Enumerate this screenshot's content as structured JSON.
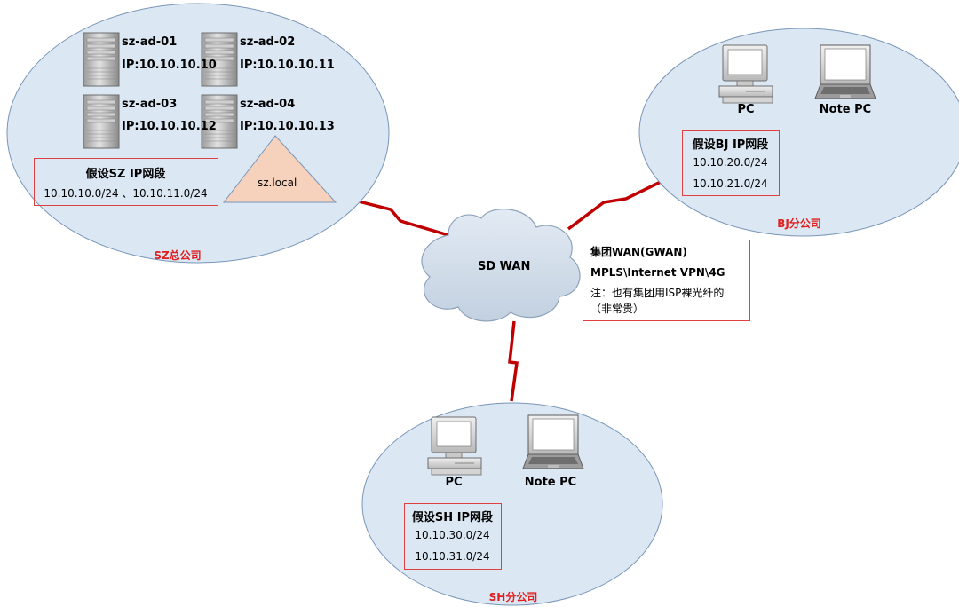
{
  "hq": {
    "site_label": "SZ总公司",
    "servers": [
      {
        "name": "sz-ad-01",
        "ip": "IP:10.10.10.10"
      },
      {
        "name": "sz-ad-02",
        "ip": "IP:10.10.10.11"
      },
      {
        "name": "sz-ad-03",
        "ip": "IP:10.10.10.12"
      },
      {
        "name": "sz-ad-04",
        "ip": "IP:10.10.10.13"
      }
    ],
    "domain": "sz.local",
    "ip_box": {
      "title": "假设SZ IP网段",
      "line": "10.10.10.0/24 、10.10.11.0/24"
    }
  },
  "bj": {
    "site_label": "BJ分公司",
    "devices": [
      "PC",
      "Note PC"
    ],
    "ip_box": {
      "title": "假设BJ IP网段",
      "lines": [
        "10.10.20.0/24",
        "10.10.21.0/24"
      ]
    }
  },
  "sh": {
    "site_label": "SH分公司",
    "devices": [
      "PC",
      "Note PC"
    ],
    "ip_box": {
      "title": "假设SH IP网段",
      "lines": [
        "10.10.30.0/24",
        "10.10.31.0/24"
      ]
    }
  },
  "wan": {
    "label": "SD WAN",
    "note": {
      "line1": "集团WAN(GWAN)",
      "line2": "MPLS\\Internet VPN\\4G",
      "line3": "注：也有集团用ISP裸光纤的",
      "line4": "（非常贵）"
    }
  },
  "colors": {
    "site_fill": "#dbe7f3",
    "site_stroke": "#7a96b8",
    "link": "#c00000",
    "box_border": "#e04040",
    "site_label": "#e02020",
    "triangle_fill": "#f6d2bd"
  }
}
